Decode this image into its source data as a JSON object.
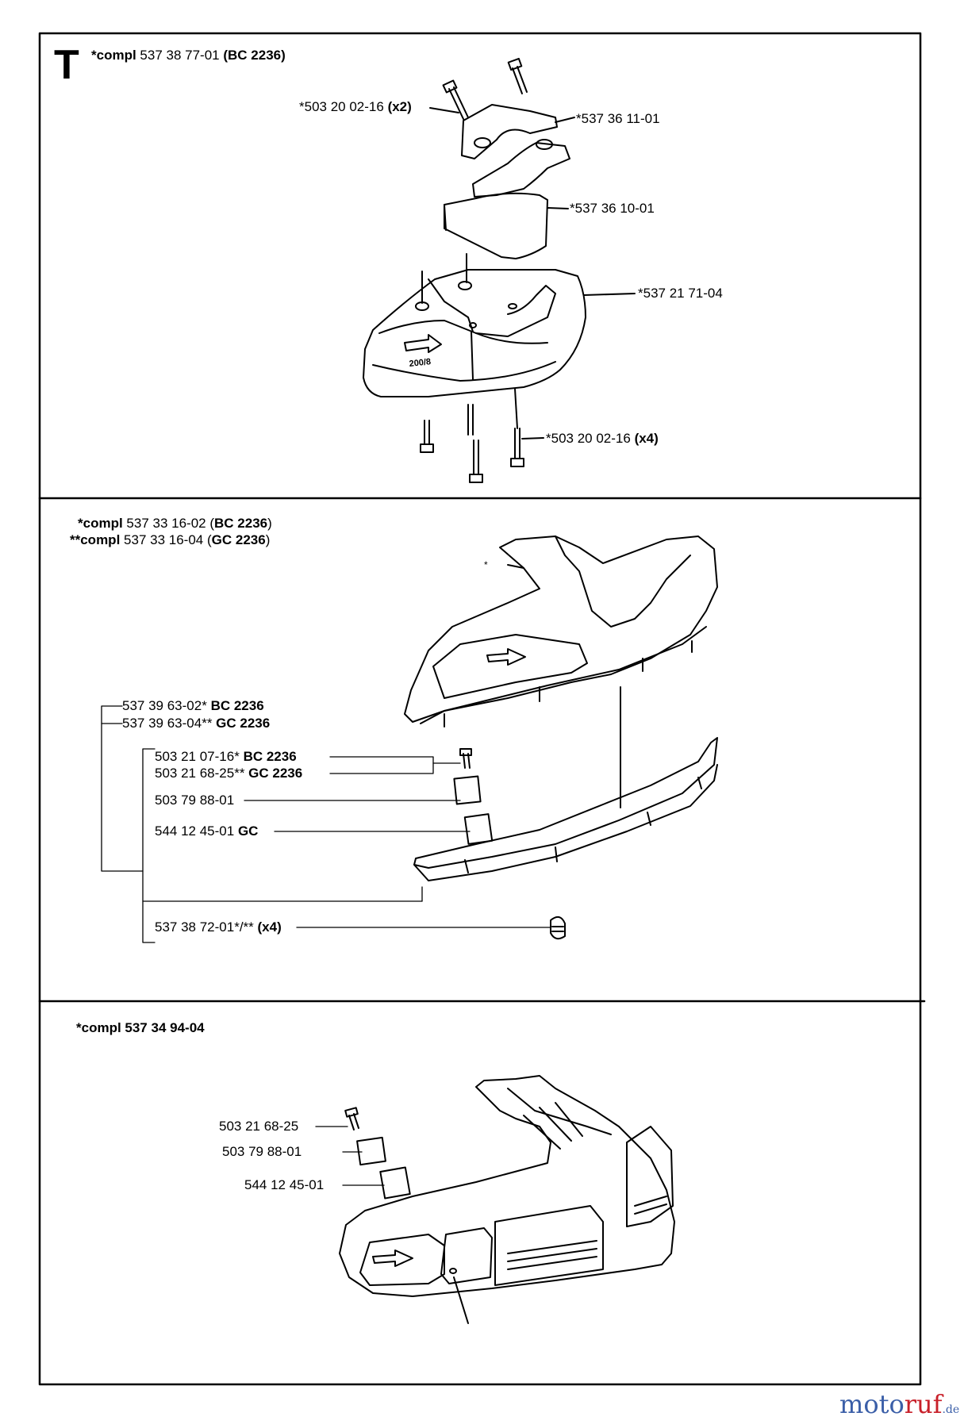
{
  "section_letter": "T",
  "panel1": {
    "assembly": {
      "prefix": "*compl",
      "number": "537 38 77-01",
      "model": "(BC 2236)"
    },
    "parts": [
      {
        "number": "*503 20 02-16",
        "qty": "(x2)"
      },
      {
        "number": "*537 36 11-01"
      },
      {
        "number": "*537 36 10-01"
      },
      {
        "number": "*537 21 71-04"
      },
      {
        "number": "*503 20 02-16",
        "qty": "(x4)"
      }
    ],
    "guard_marking": "200/8"
  },
  "panel2": {
    "assemblies": [
      {
        "prefix": "*compl",
        "number": "537 33 16-02",
        "model_open": "(",
        "model": "BC 2236",
        "model_close": ")"
      },
      {
        "prefix": "**compl",
        "number": "537 33 16-04",
        "model_open": "(",
        "model": "GC 2236",
        "model_close": ")"
      }
    ],
    "star_mark": "*",
    "parts": [
      {
        "number": "537 39 63-02*",
        "model": "BC 2236"
      },
      {
        "number": "537 39 63-04**",
        "model": "GC 2236"
      },
      {
        "number": "503 21 07-16*",
        "model": "BC 2236"
      },
      {
        "number": "503 21 68-25**",
        "model": "GC 2236"
      },
      {
        "number": "503 79 88-01"
      },
      {
        "number": "544 12 45-01",
        "model": "GC"
      },
      {
        "number": "537 38 72-01*/**",
        "qty": "(x4)"
      }
    ]
  },
  "panel3": {
    "assembly": "*compl 537 34 94-04",
    "parts": [
      {
        "number": "503 21 68-25"
      },
      {
        "number": "503 79 88-01"
      },
      {
        "number": "544 12 45-01"
      }
    ]
  },
  "watermark": {
    "part1": "moto",
    "part2": "ruf",
    "part3": ".de"
  }
}
